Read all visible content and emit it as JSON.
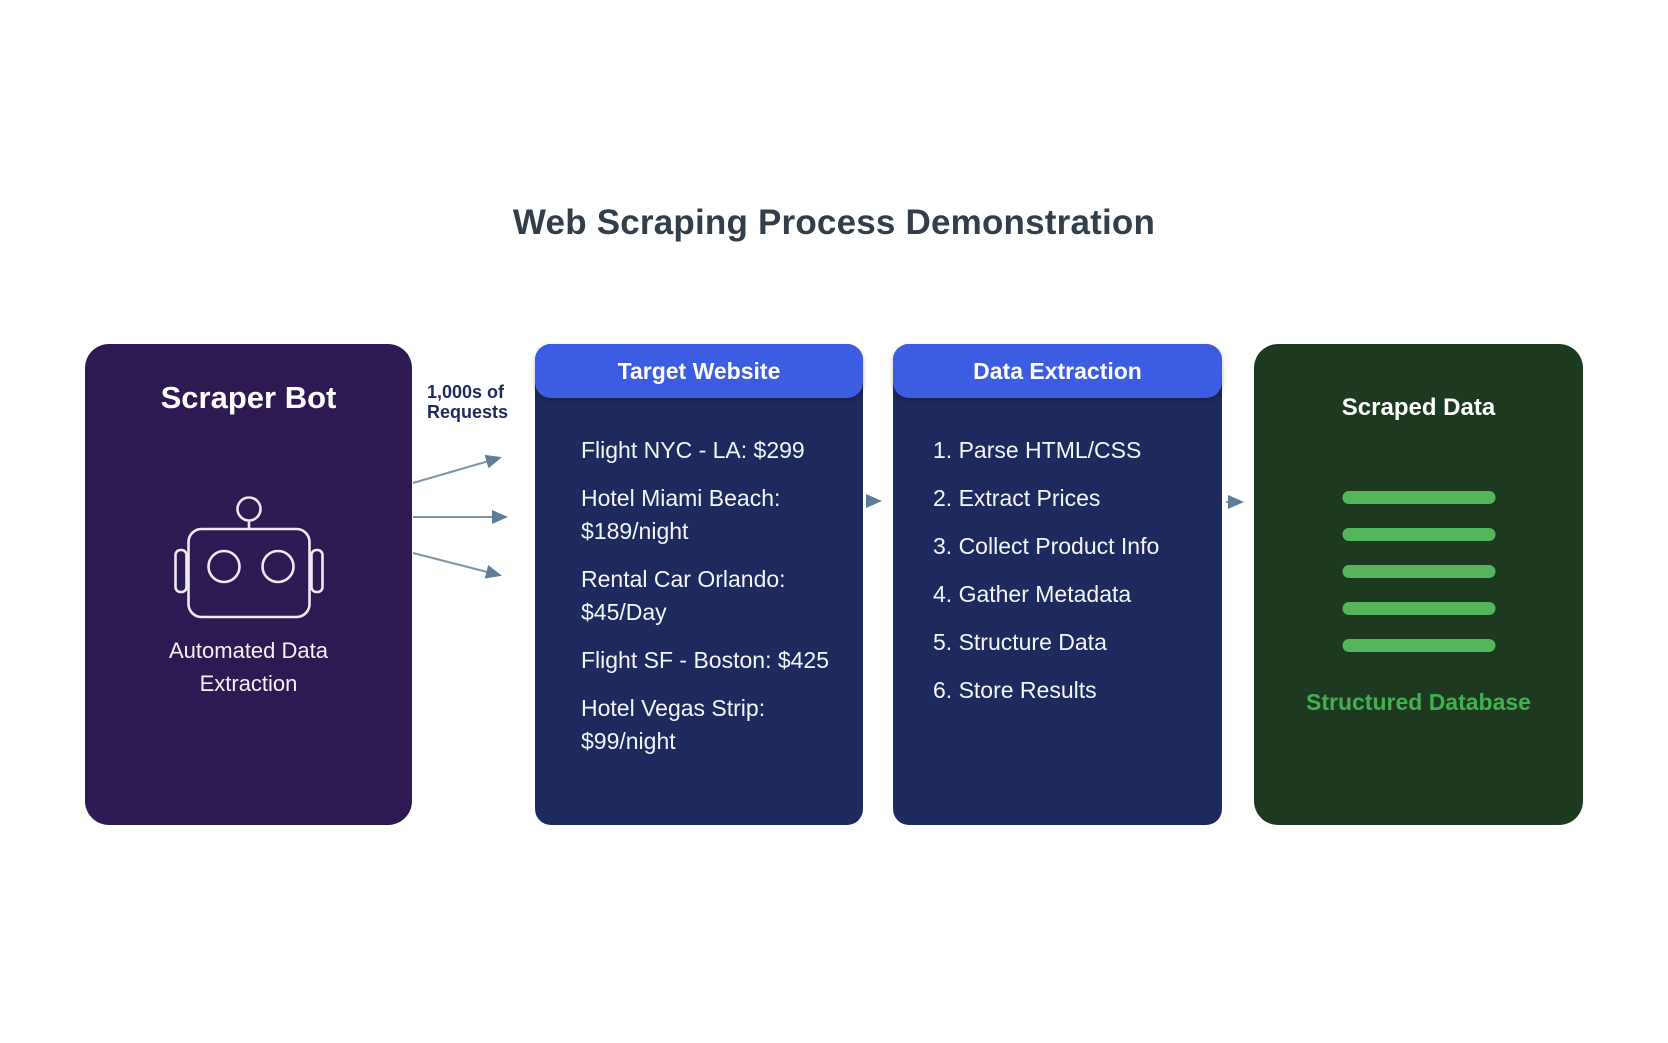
{
  "page": {
    "title": "Web Scraping Process Demonstration"
  },
  "scraper_bot": {
    "title": "Scraper Bot",
    "caption": "Automated Data Extraction",
    "icon": "robot-icon"
  },
  "requests_label": "1,000s of\nRequests",
  "target_website": {
    "header": "Target Website",
    "items": [
      "Flight NYC - LA: $299",
      "Hotel Miami Beach: $189/night",
      "Rental Car Orlando: $45/Day",
      "Flight SF - Boston: $425",
      "Hotel Vegas Strip: $99/night"
    ]
  },
  "data_extraction": {
    "header": "Data Extraction",
    "items": [
      "1. Parse HTML/CSS",
      "2. Extract Prices",
      "3. Collect Product Info",
      "4. Gather Metadata",
      "5. Structure Data",
      "6. Store Results"
    ]
  },
  "scraped_data": {
    "title": "Scraped Data",
    "bar_count": 5,
    "caption": "Structured Database"
  },
  "colors": {
    "title": "#323e4a",
    "purple_panel": "#2d1a52",
    "navy_panel": "#1e2a5e",
    "header_blue": "#3c5de2",
    "green_panel": "#1d3a20",
    "bar_green": "#55b55d",
    "caption_green": "#42b052",
    "arrow_line": "#7e96aa",
    "arrow_head": "#5d7e96"
  }
}
